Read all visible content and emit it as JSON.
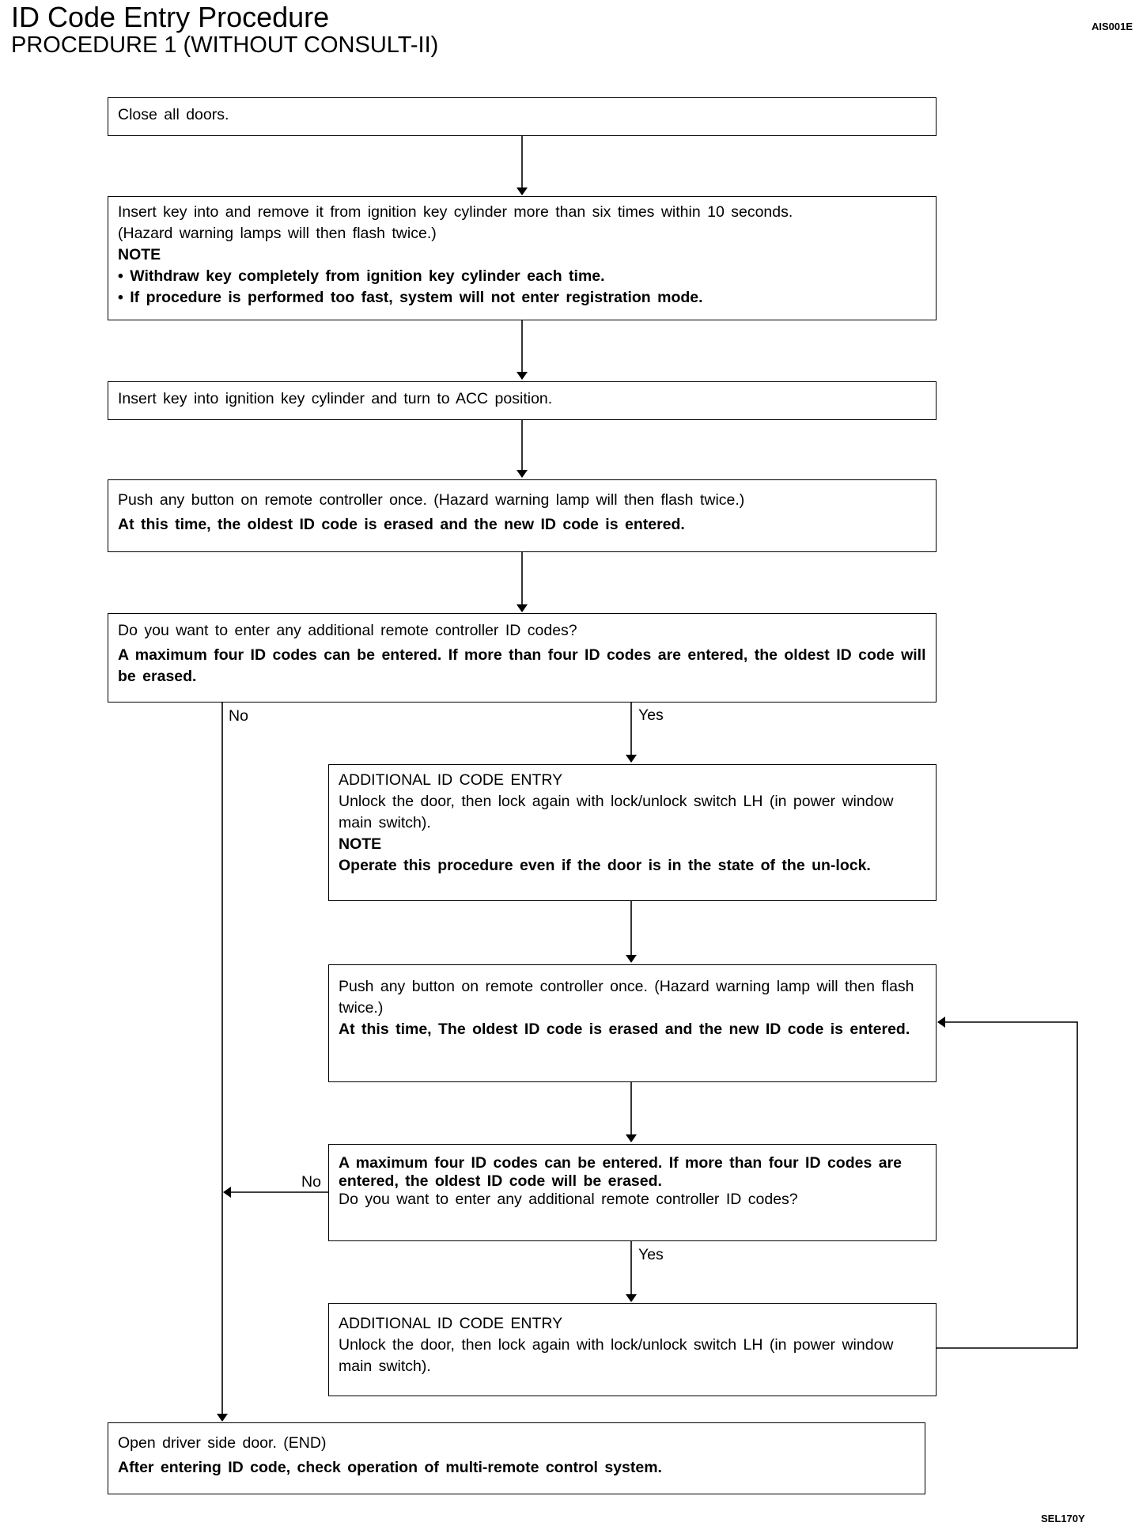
{
  "header": {
    "title": "ID Code Entry Procedure",
    "subtitle": "PROCEDURE 1 (WITHOUT CONSULT-II)",
    "ref_code": "AIS001E",
    "figure_code": "SEL170Y"
  },
  "steps": {
    "close_doors": {
      "text": "Close all doors."
    },
    "insert_remove": {
      "line1": "Insert key into and remove it from ignition key cylinder more than six times within 10 seconds.",
      "line2": "(Hazard warning lamps will then flash twice.)",
      "note_label": "NOTE",
      "note1": "• Withdraw key completely from ignition key cylinder each time.",
      "note2": "• If procedure is performed too fast, system will not enter registration mode."
    },
    "acc_position": {
      "text": "Insert key into ignition key cylinder and turn to ACC position."
    },
    "push_button_1": {
      "text": "Push any button on remote controller once. (Hazard warning lamp will then flash twice.)",
      "bold": "At this time, the oldest ID code is erased and the new ID code is entered."
    },
    "decision_1": {
      "text": "Do you want to enter any additional remote controller ID codes?",
      "bold": "A maximum four ID codes can be entered. If more than four ID codes are entered, the oldest ID code will be erased."
    },
    "additional_entry_1": {
      "heading": "ADDITIONAL ID CODE ENTRY",
      "text": "Unlock the door, then lock again with lock/unlock switch LH (in power window main switch).",
      "note_label": "NOTE",
      "bold": "Operate this procedure even if the door is in the state of the un-lock."
    },
    "push_button_2": {
      "text": "Push any button on remote controller once. (Hazard warning lamp will then flash twice.)",
      "bold": "At this time, The oldest ID code is erased and the new ID code is entered."
    },
    "decision_2": {
      "bold": "A maximum four ID codes can be entered. If more than four ID codes are entered, the oldest ID code will be erased.",
      "text": "Do you want to enter any additional remote controller ID codes?"
    },
    "additional_entry_2": {
      "heading": "ADDITIONAL ID CODE ENTRY",
      "text": "Unlock the door, then lock again with lock/unlock switch LH (in power window main switch)."
    },
    "end": {
      "text": "Open driver side door. (END)",
      "bold": "After entering ID code, check operation of multi-remote control system."
    }
  },
  "branch_labels": {
    "no_1": "No",
    "yes_1": "Yes",
    "no_2": "No",
    "yes_2": "Yes"
  }
}
